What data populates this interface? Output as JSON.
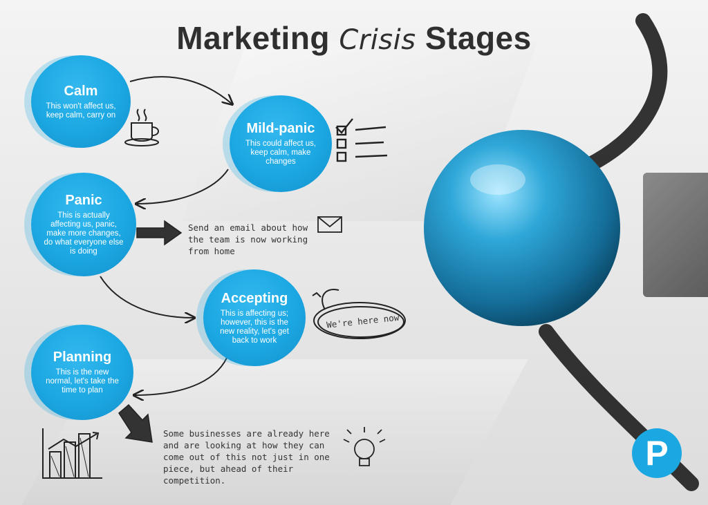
{
  "title": {
    "part1": "Marketing",
    "part2": "Crisis",
    "part3": "Stages"
  },
  "stages": [
    {
      "name": "Calm",
      "desc": "This won't affect us, keep calm, carry on"
    },
    {
      "name": "Mild-panic",
      "desc": "This could affect us, keep calm, make changes"
    },
    {
      "name": "Panic",
      "desc": "This is actually affecting us, panic, make more changes, do what everyone else is doing"
    },
    {
      "name": "Accepting",
      "desc": "This is affecting us; however, this is the new reality, let's get back to work"
    },
    {
      "name": "Planning",
      "desc": "This is the new normal, let's take the time to plan"
    }
  ],
  "notes": {
    "email": "Send an email about how the team is now working from home",
    "here": "We're here now",
    "businesses": "Some businesses are already here and are looking at how they can come out of this not just in one piece, but ahead of their competition."
  },
  "logo": {
    "letter": "P"
  },
  "colors": {
    "accent": "#1ba7e2",
    "ball": "#2a9fcf"
  },
  "icons": [
    "coffee-cup-icon",
    "checklist-icon",
    "envelope-icon",
    "lightbulb-icon",
    "bar-chart-icon",
    "arrow-right-icon",
    "arrow-down-right-icon"
  ]
}
